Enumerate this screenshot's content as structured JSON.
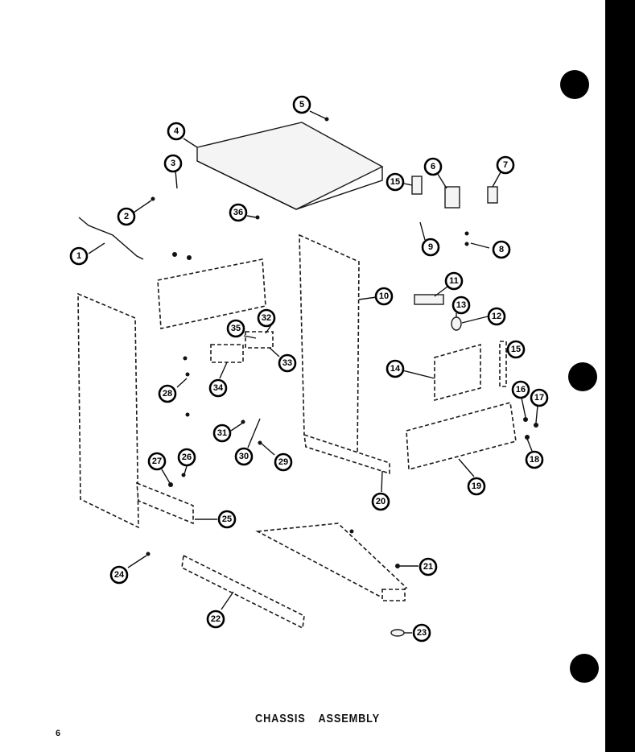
{
  "title": "CHASSIS ASSEMBLY",
  "page_number": "6",
  "callouts": [
    "1",
    "2",
    "3",
    "4",
    "5",
    "6",
    "7",
    "8",
    "9",
    "10",
    "11",
    "12",
    "13",
    "14",
    "15",
    "15",
    "16",
    "17",
    "18",
    "19",
    "20",
    "21",
    "22",
    "23",
    "24",
    "25",
    "26",
    "27",
    "28",
    "29",
    "30",
    "31",
    "32",
    "33",
    "34",
    "35",
    "36"
  ],
  "colors": {
    "ink": "#000000",
    "paper": "#ffffff"
  }
}
